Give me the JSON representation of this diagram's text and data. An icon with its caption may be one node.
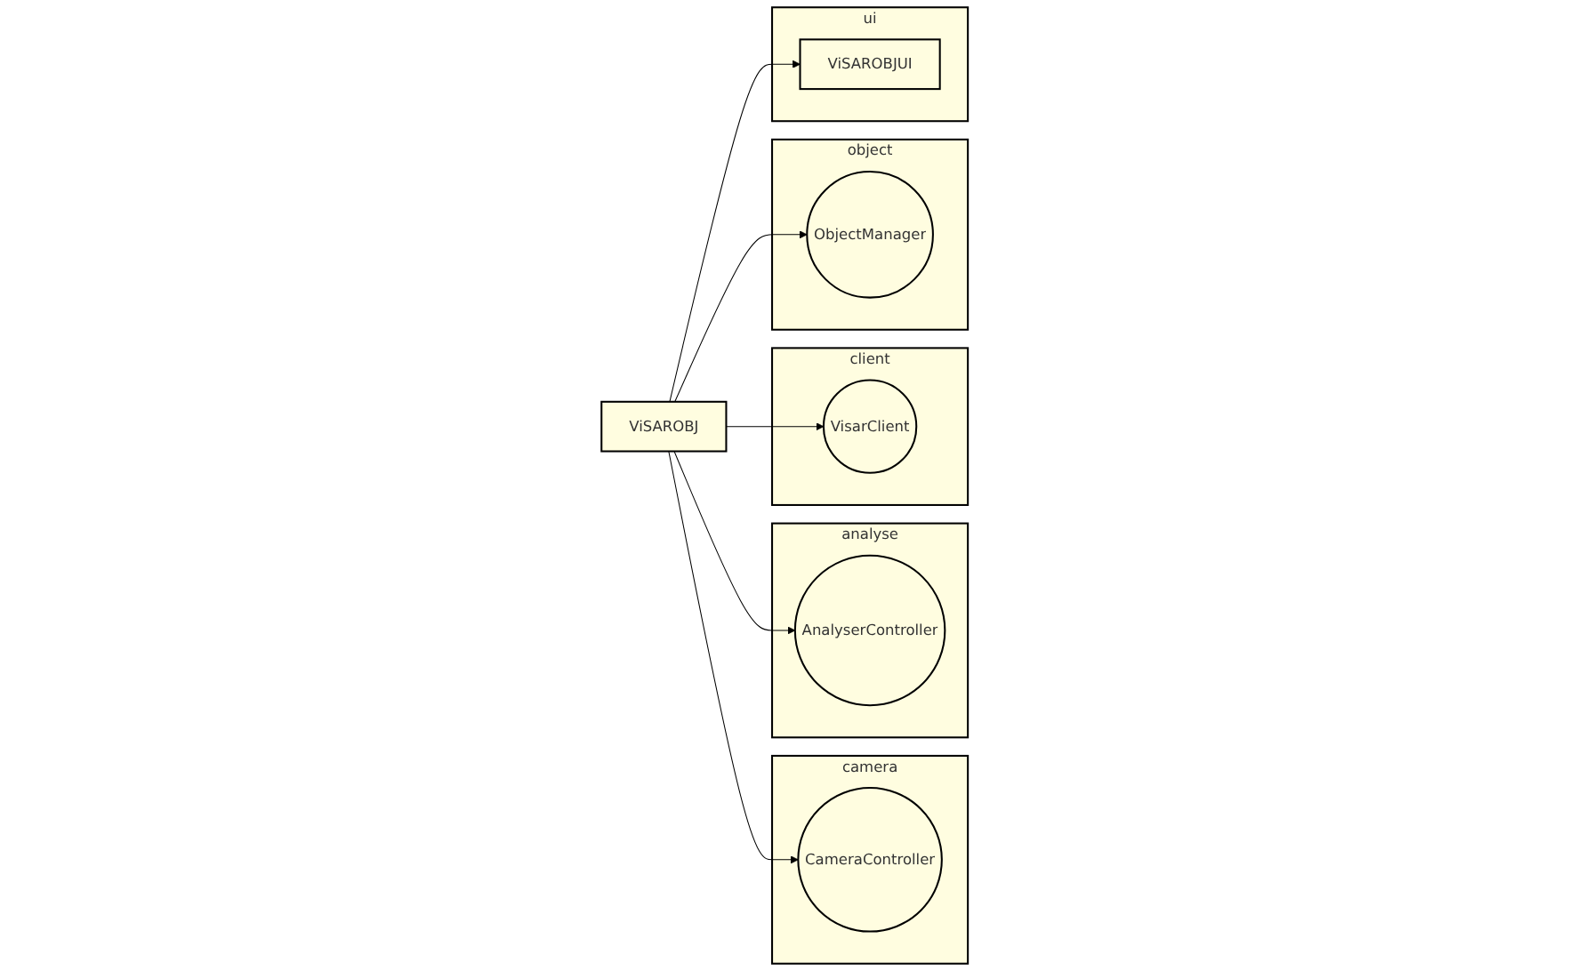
{
  "diagram": {
    "nodes": [
      {
        "text": [
          "camera"
        ]
      },
      {
        "text": [
          "CameraController"
        ],
        "in": 0
      },
      {
        "text": [
          "analyse"
        ]
      },
      {
        "text": [
          "AnalyserController"
        ],
        "in": 2
      },
      {
        "text": [
          "client"
        ]
      },
      {
        "text": [
          "VisarClient"
        ],
        "in": 4
      },
      {
        "text": [
          "ViSAROBJ"
        ]
      },
      {
        "text": [
          "object"
        ]
      },
      {
        "text": [
          "ObjectManager"
        ],
        "in": 7
      },
      {
        "text": [
          "ui"
        ]
      },
      {
        "text": [
          "ViSAROBJUI"
        ],
        "in": 9
      }
    ],
    "edges": [
      {
        "from": 6,
        "to": 1,
        "arrow": "to"
      },
      {
        "from": 6,
        "to": 3,
        "arrow": "to"
      },
      {
        "from": 6,
        "to": 5,
        "arrow": "to"
      },
      {
        "from": 6,
        "to": 8,
        "arrow": "to"
      },
      {
        "from": 6,
        "to": 10,
        "arrow": "to"
      }
    ]
  }
}
